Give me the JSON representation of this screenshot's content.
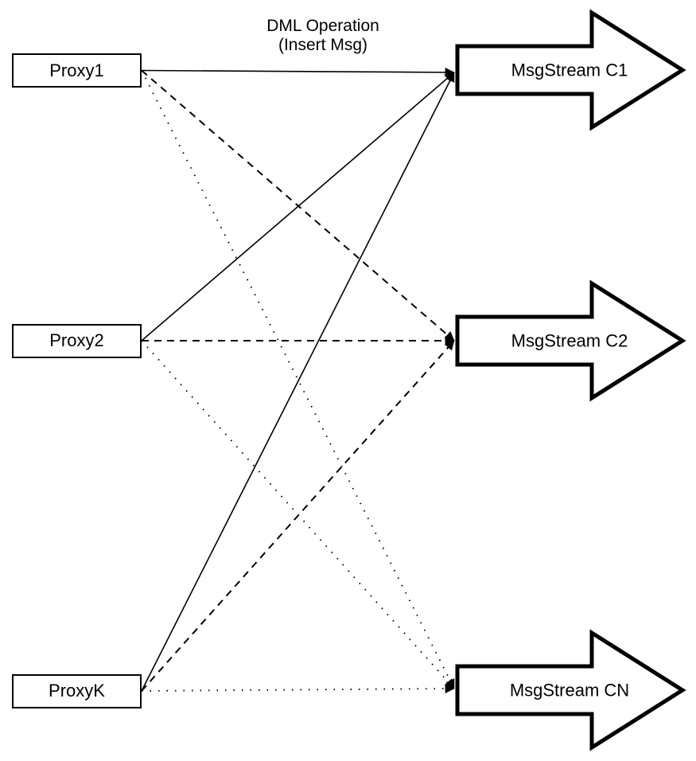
{
  "diagram": {
    "annotation": {
      "line1": "DML Operation",
      "line2": "(Insert Msg)"
    },
    "proxies": [
      {
        "id": "proxy1",
        "label": "Proxy1"
      },
      {
        "id": "proxy2",
        "label": "Proxy2"
      },
      {
        "id": "proxyk",
        "label": "ProxyK"
      }
    ],
    "streams": [
      {
        "id": "c1",
        "label": "MsgStream C1"
      },
      {
        "id": "c2",
        "label": "MsgStream C2"
      },
      {
        "id": "cn",
        "label": "MsgStream CN"
      }
    ],
    "edges": [
      {
        "from": "proxy1",
        "to": "c1",
        "style": "solid"
      },
      {
        "from": "proxy2",
        "to": "c1",
        "style": "solid"
      },
      {
        "from": "proxyk",
        "to": "c1",
        "style": "solid"
      },
      {
        "from": "proxy1",
        "to": "c2",
        "style": "dashed"
      },
      {
        "from": "proxy2",
        "to": "c2",
        "style": "dashed"
      },
      {
        "from": "proxyk",
        "to": "c2",
        "style": "dashed"
      },
      {
        "from": "proxy1",
        "to": "cn",
        "style": "dotted"
      },
      {
        "from": "proxy2",
        "to": "cn",
        "style": "dotted"
      },
      {
        "from": "proxyk",
        "to": "cn",
        "style": "dotted"
      }
    ],
    "colors": {
      "stroke": "#000000",
      "fill": "#ffffff"
    }
  }
}
